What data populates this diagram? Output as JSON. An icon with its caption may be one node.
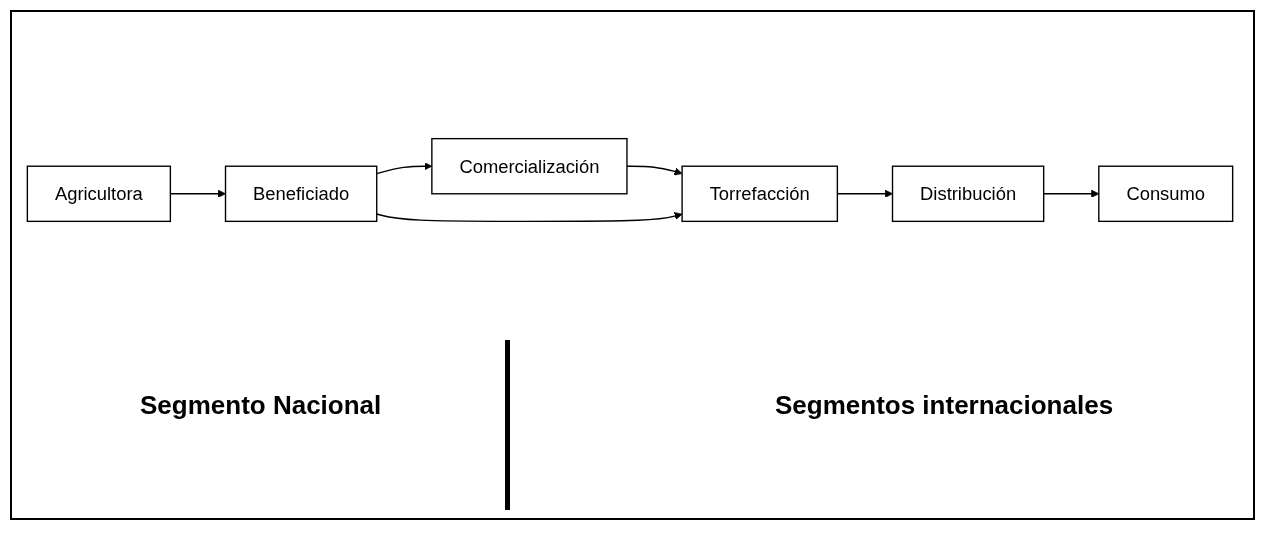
{
  "diagram": {
    "nodes": [
      {
        "text": [
          "Comercialización"
        ]
      },
      {
        "text": [
          "Agricultora"
        ]
      },
      {
        "text": [
          "Beneficiado"
        ]
      },
      {
        "text": [
          "Torrefacción"
        ]
      },
      {
        "text": [
          "Distribución"
        ]
      },
      {
        "text": [
          "Consumo"
        ]
      }
    ],
    "edges": [
      {
        "from": 1,
        "to": 2,
        "arrow": "to"
      },
      {
        "from": 2,
        "to": 0,
        "arrow": "to"
      },
      {
        "from": 0,
        "to": 3,
        "arrow": "to"
      },
      {
        "from": 2,
        "to": 3,
        "arrow": "to"
      },
      {
        "from": 3,
        "to": 4,
        "arrow": "to"
      },
      {
        "from": 4,
        "to": 5,
        "arrow": "to"
      }
    ],
    "labels": [
      "Segmento Nacional",
      "Segmentos internacionales"
    ]
  }
}
